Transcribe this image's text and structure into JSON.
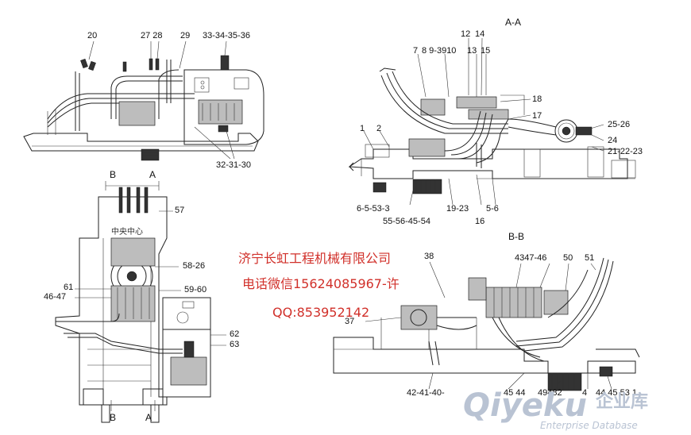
{
  "labels": {
    "top": {
      "l20": "20",
      "l27_28": "27 28",
      "l29": "29",
      "l33_36": "33-34-35-36",
      "l32_30": "32-31-30"
    },
    "section_aa": {
      "title": "A-A",
      "l7": "7",
      "l8_9_39_10": "8 9-3910",
      "l12": "12",
      "l14": "14",
      "l13": "13",
      "l15": "15",
      "l18": "18",
      "l17": "17",
      "l25_26": "25-26",
      "l24": "24",
      "l21_23": "21-22-23",
      "l1": "1",
      "l2": "2",
      "l6_5_53_3": "6-5-53-3",
      "l19_23": "19-23",
      "l5_6": "5-6",
      "l55_54": "55-56-45-54",
      "l16": "16"
    },
    "left": {
      "b_top": "B",
      "a_top": "A",
      "l57": "57",
      "l58_26": "58-26",
      "l61": "61",
      "l46_47": "46-47",
      "l59_60": "59-60",
      "l62": "62",
      "l63": "63",
      "b_bot": "B",
      "a_bot": "A",
      "plate_text": "中央中心"
    },
    "section_bb": {
      "title": "B-B",
      "l38": "38",
      "l43_47_46": "4347-46",
      "l50": "50",
      "l51": "51",
      "l37": "37",
      "bottom_row": "42-41-40-",
      "l45_44": "45 44",
      "l49_48_2": "49482",
      "l4": "4",
      "l44_45_53_1": "44 45 53 1"
    }
  },
  "overlay": {
    "company": "济宁长虹工程机械有限公司",
    "phone": "电话微信15624085967-许",
    "qq": "QQ:853952142"
  },
  "watermark": {
    "logo": "Qiyeku",
    "cn": "企业库",
    "en": "Enterprise Database"
  }
}
